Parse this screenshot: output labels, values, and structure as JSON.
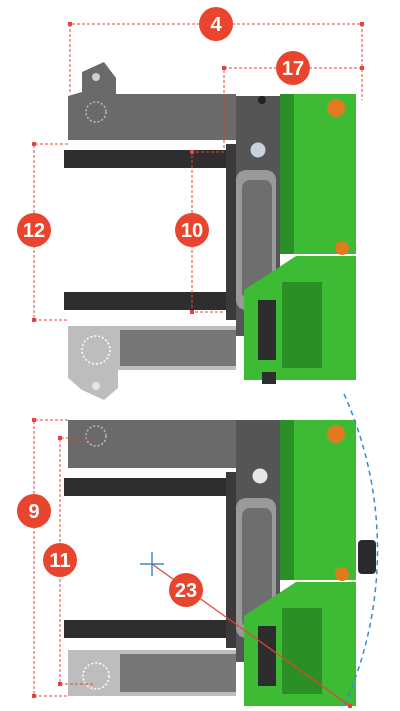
{
  "colors": {
    "dimension_line": "#e8423a",
    "badge": "#e8452f",
    "badge_text": "#ffffff",
    "machine_green": "#3dbb35",
    "machine_dark_green": "#2a8f24",
    "frame_gray": "#6e6e6e",
    "fork_black": "#2e2e2e",
    "light_gray": "#bdbdbd",
    "turning_arc": "#2f8fd6",
    "wheel_orange": "#e07b20"
  },
  "labels": {
    "overall_length": "4",
    "fork_tip_to_mast": "17",
    "fork_spread_outer": "12",
    "fork_spread_inner": "10",
    "overall_width": "9",
    "inner_width": "11",
    "turning_radius": "23"
  }
}
